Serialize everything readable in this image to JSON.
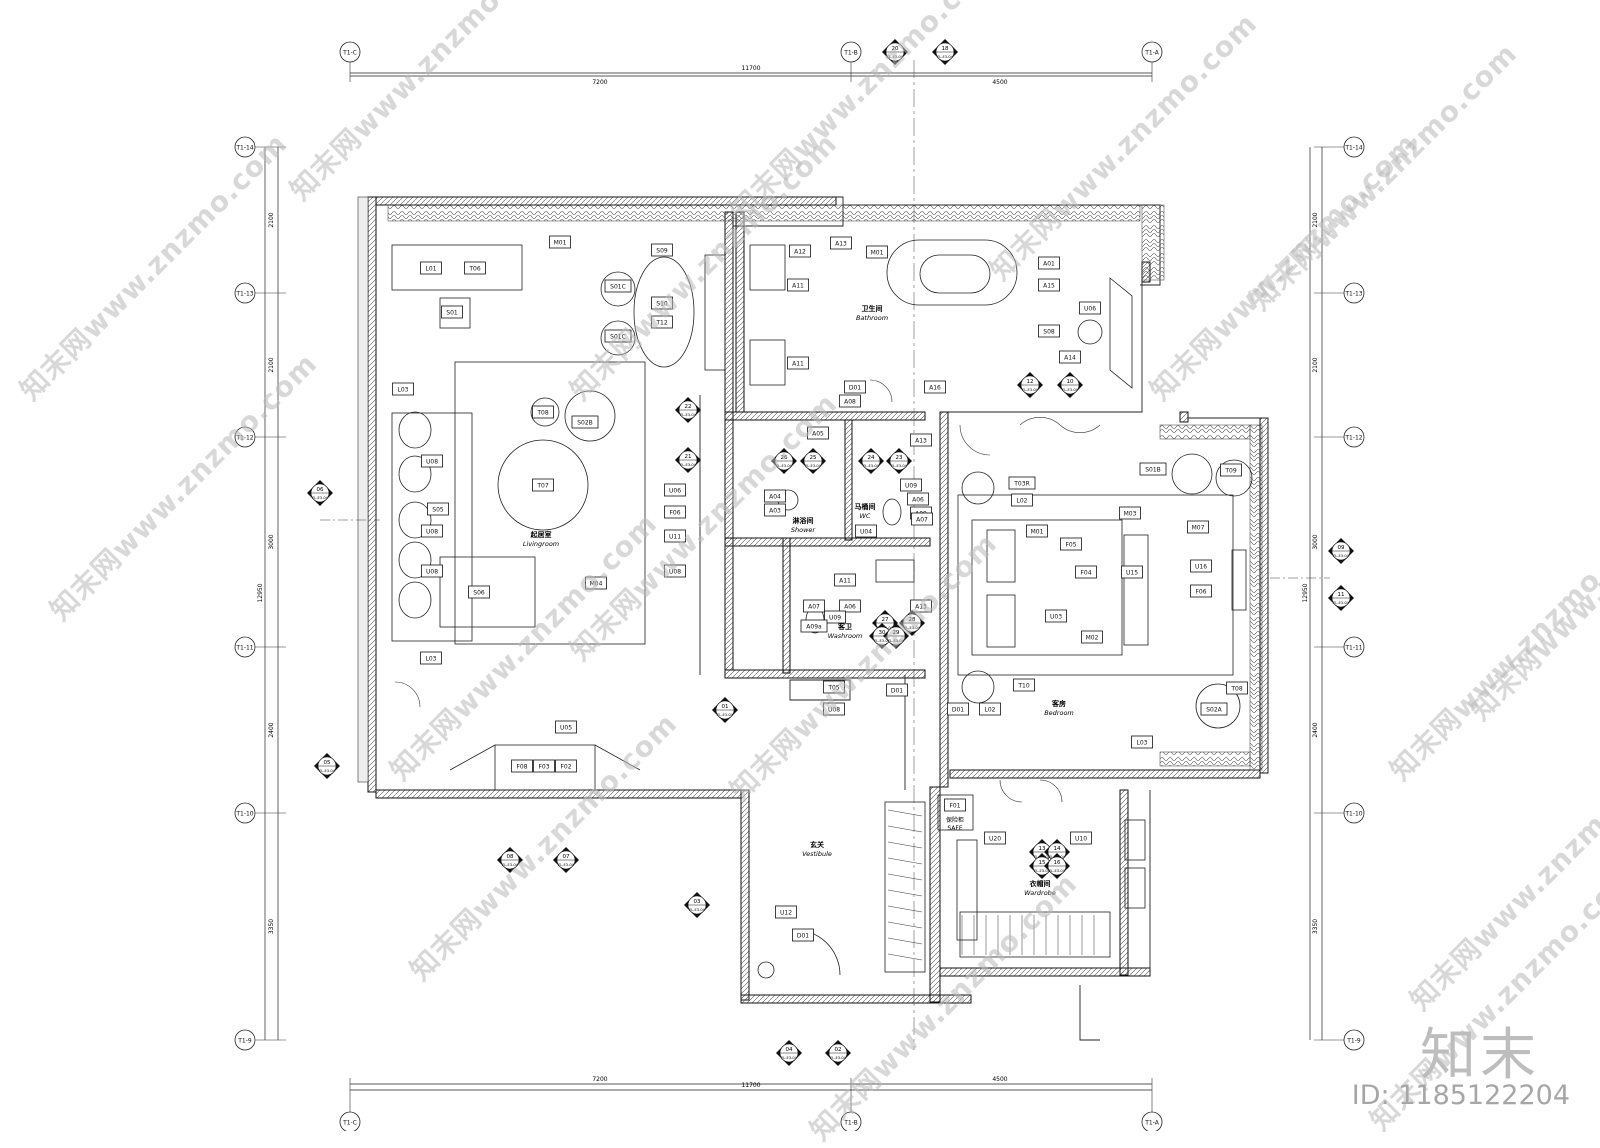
{
  "grid_top": {
    "labels": [
      "T1-C",
      "T1-B",
      "T1-A"
    ],
    "spans": [
      "7200",
      "4500"
    ],
    "total": "11700"
  },
  "grid_bottom": {
    "labels": [
      "T1-C",
      "T1-B",
      "T1-A"
    ],
    "spans": [
      "7200",
      "4500"
    ],
    "total": "11700"
  },
  "grid_left": {
    "labels": [
      "T1-14",
      "T1-13",
      "T1-12",
      "T1-11",
      "T1-10",
      "T1-9"
    ],
    "spans": [
      "2100",
      "2100",
      "3000",
      "2400",
      "3350"
    ],
    "total": "12950"
  },
  "grid_right": {
    "labels": [
      "T1-14",
      "T1-13",
      "T1-12",
      "T1-11",
      "T1-10",
      "T1-9"
    ],
    "spans": [
      "2100",
      "2100",
      "3000",
      "2400",
      "3350"
    ],
    "total": "12950"
  },
  "rooms": [
    {
      "cn": "起居室",
      "en": "Livingroom"
    },
    {
      "cn": "卫生间",
      "en": "Bathroom"
    },
    {
      "cn": "淋浴间",
      "en": "Shower"
    },
    {
      "cn": "马桶间",
      "en": "WC"
    },
    {
      "cn": "客卫",
      "en": "Washroom"
    },
    {
      "cn": "客房",
      "en": "Bedroom"
    },
    {
      "cn": "玄关",
      "en": "Vestibule"
    },
    {
      "cn": "衣帽间",
      "en": "Wardrobe"
    }
  ],
  "safe_label": {
    "cn": "保险柜",
    "en": "SAFE"
  },
  "tags": [
    "M01",
    "L01",
    "T06",
    "S01",
    "L03",
    "T08",
    "S02B",
    "U08",
    "T07",
    "S05",
    "U08",
    "U08",
    "S06",
    "M04",
    "L03",
    "U05",
    "F08",
    "F03",
    "F02",
    "S09",
    "S01C",
    "S10",
    "S01C",
    "T12",
    "U06",
    "F06",
    "U11",
    "U08",
    "A12",
    "A13",
    "M01",
    "A01",
    "A15",
    "A11",
    "A11",
    "U06",
    "S08",
    "A14",
    "D01",
    "A08",
    "A16",
    "A05",
    "A04",
    "A03",
    "A09",
    "A06",
    "A07",
    "U04",
    "U09",
    "A13",
    "A11",
    "A07",
    "A06",
    "U09",
    "A09a",
    "A13",
    "T05",
    "U08",
    "D01",
    "D01",
    "T03R",
    "L02",
    "M03",
    "F05",
    "F04",
    "U15",
    "M01",
    "M07",
    "U16",
    "F06",
    "U03",
    "M02",
    "S01B",
    "T09",
    "T10",
    "L02",
    "T08",
    "S02A",
    "L03",
    "F01",
    "U20",
    "U10",
    "U12",
    "D01"
  ],
  "section_marks": [
    "06",
    "05",
    "08",
    "07",
    "03",
    "04",
    "02",
    "01",
    "22",
    "21",
    "26",
    "25",
    "24",
    "23",
    "27",
    "28",
    "30",
    "29",
    "12",
    "10",
    "09",
    "11",
    "13",
    "14",
    "15",
    "16",
    "20",
    "18"
  ],
  "sheet_ref": "EL-E3-04",
  "watermark": "知末网www.znzmo.com",
  "logo": "知末",
  "id_label": "ID: 1185122204"
}
